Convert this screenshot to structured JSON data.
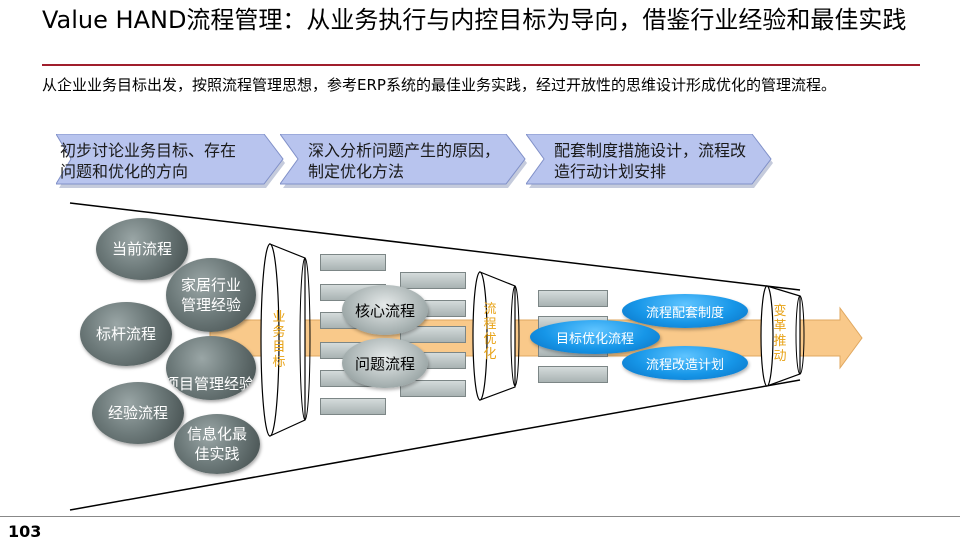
{
  "header": {
    "title": "Value HAND流程管理：从业务执行与内控目标为导向，借鉴行业经验和最佳实践",
    "subtitle": "从企业业务目标出发，按照流程管理思想，参考ERP系统的最佳业务实践，经过开放性的思维设计形成优化的管理流程。"
  },
  "steps": [
    {
      "label": "初步讨论业务目标、存在问题和优化的方向"
    },
    {
      "label": "深入分析问题产生的原因，制定优化方法"
    },
    {
      "label": "配套制度措施设计，流程改造行动计划安排"
    }
  ],
  "inputs": {
    "current": "当前流程",
    "home_industry": "家居行业管理经验",
    "benchmark": "标杆流程",
    "project_mgmt": "项目管理经验",
    "experience": "经验流程",
    "it_best": "信息化最佳实践"
  },
  "gates": {
    "business_goal": "业务目标",
    "process_opt": "流程优化",
    "change_drive": "变革推动"
  },
  "middle": {
    "core": "核心流程",
    "problem": "问题流程"
  },
  "outputs": {
    "supporting": "流程配套制度",
    "target": "目标优化流程",
    "reform": "流程改造计划"
  },
  "footer": {
    "page": "103"
  },
  "colors": {
    "accent_red": "#a01e2c",
    "step_fill": "#b8c4ee",
    "gate_text": "#e8a317",
    "arrow_fill": "#f9c98a",
    "output_blue": "#1696e8"
  }
}
